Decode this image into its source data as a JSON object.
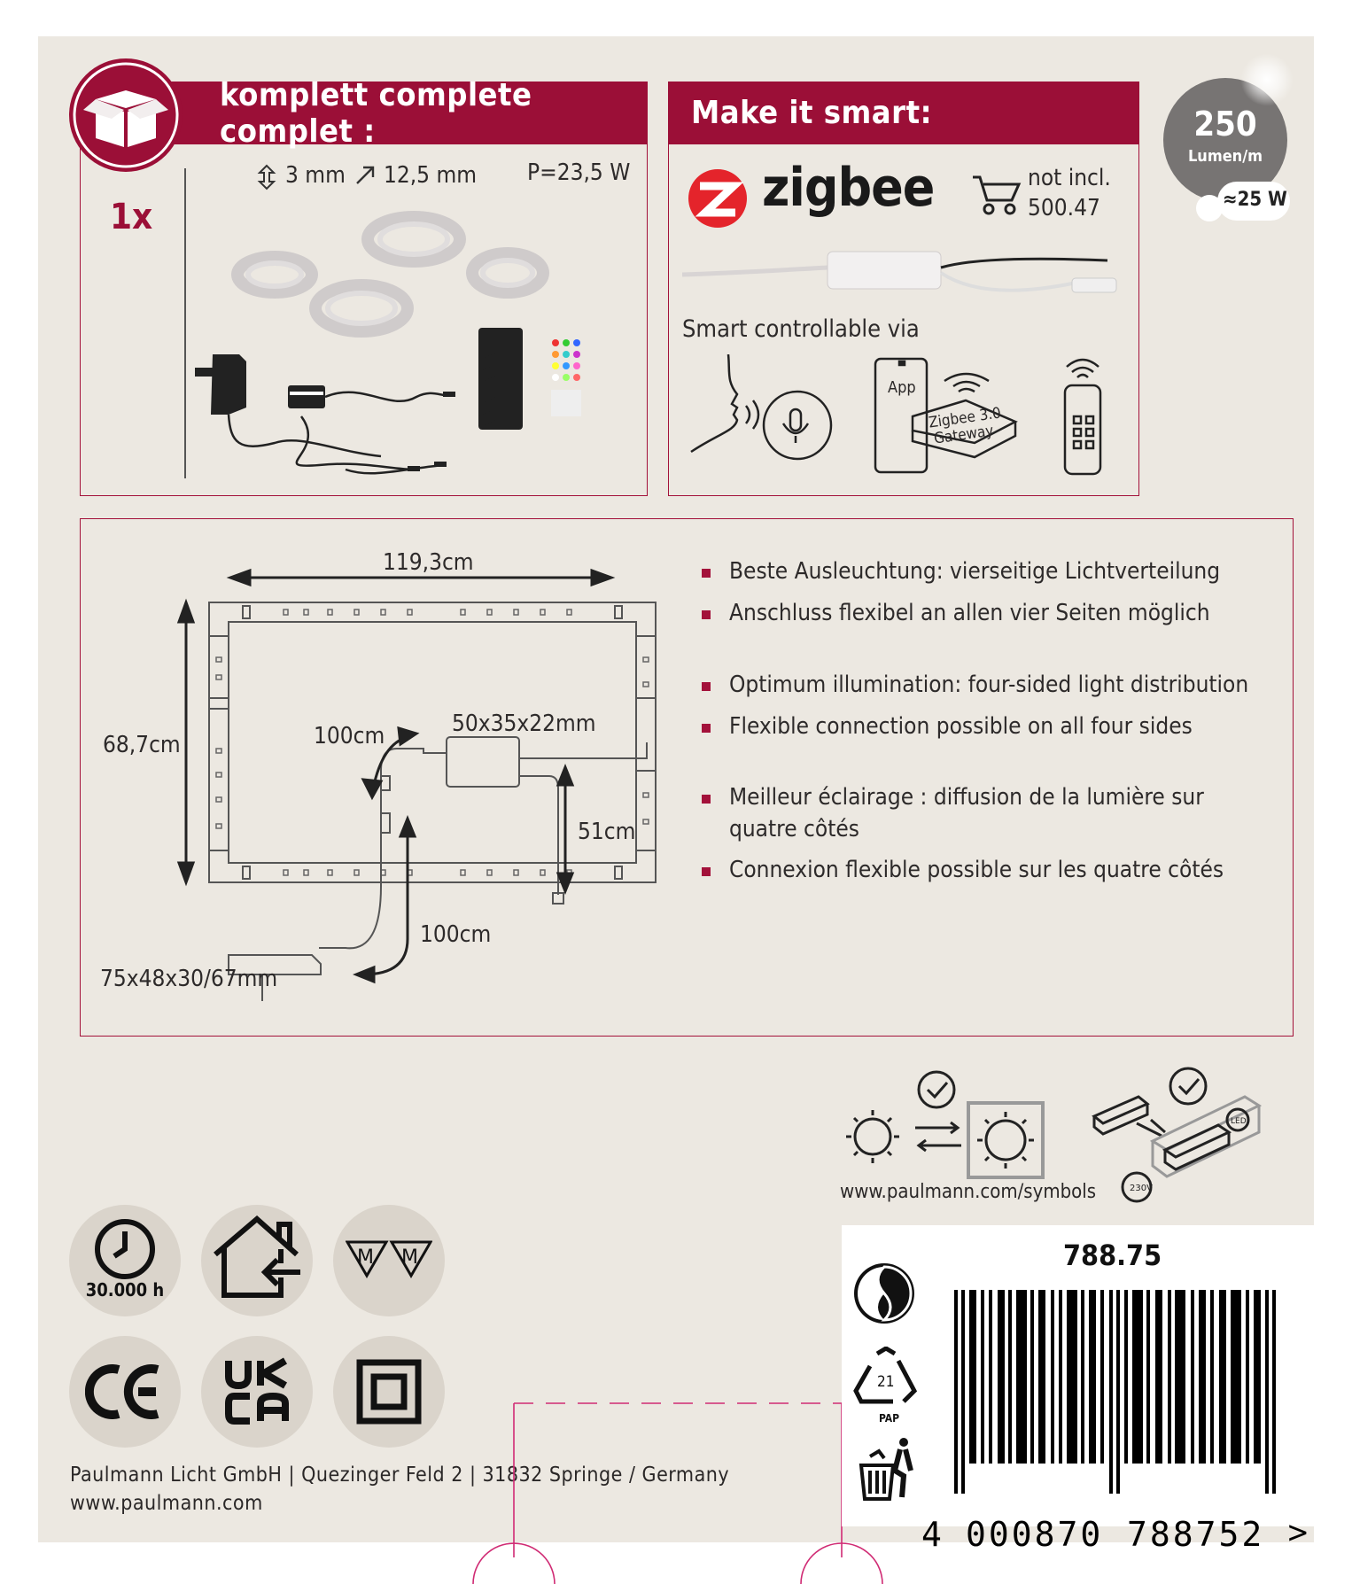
{
  "included": {
    "header": "komplett  complete  complet :",
    "quantity": "1x",
    "height_spec": "3 mm",
    "width_spec": "12,5 mm",
    "power_spec": "P=23,5 W"
  },
  "smart": {
    "header": "Make it smart:",
    "brand": "zigbee",
    "not_included": "not incl.",
    "article": "500.47",
    "controllable_via": "Smart controllable via",
    "app_label": "App",
    "gateway_line1": "Zigbee 3.0",
    "gateway_line2": "Gateway"
  },
  "lumen": {
    "value": "250",
    "unit": "Lumen/m",
    "equivalent": "≈25 W"
  },
  "diagram": {
    "width": "119,3cm",
    "height": "68,7cm",
    "cable_upper": "100cm",
    "controller_size": "50x35x22mm",
    "sensor_cable": "51cm",
    "cable_lower": "100cm",
    "psu_size": "75x48x30/67mm"
  },
  "features": [
    "Beste Ausleuchtung: vierseitige Lichtverteilung",
    "Anschluss flexibel an allen vier Seiten möglich",
    "Optimum illumination: four-sided light distribution",
    "Flexible connection possible on all four sides",
    "Meilleur éclairage : diffusion de la lumière sur",
    "quatre côtés",
    "Connexion flexible possible sur les quatre côtés"
  ],
  "symbols_url": "www.paulmann.com/symbols",
  "lifetime": "30.000 h",
  "recycling_code": "21",
  "recycling_material": "PAP",
  "article_number": "788.75",
  "barcode_digits": {
    "first": "4",
    "left": "000870",
    "right": "788752",
    "arrow": ">"
  },
  "company": {
    "address": "Paulmann Licht GmbH | Quezinger Feld 2 | 31832 Springe / Germany",
    "website": "www.paulmann.com"
  },
  "colors": {
    "brand_red": "#9b0f37",
    "background": "#ece8e1",
    "zigbee_red": "#e4242b"
  }
}
